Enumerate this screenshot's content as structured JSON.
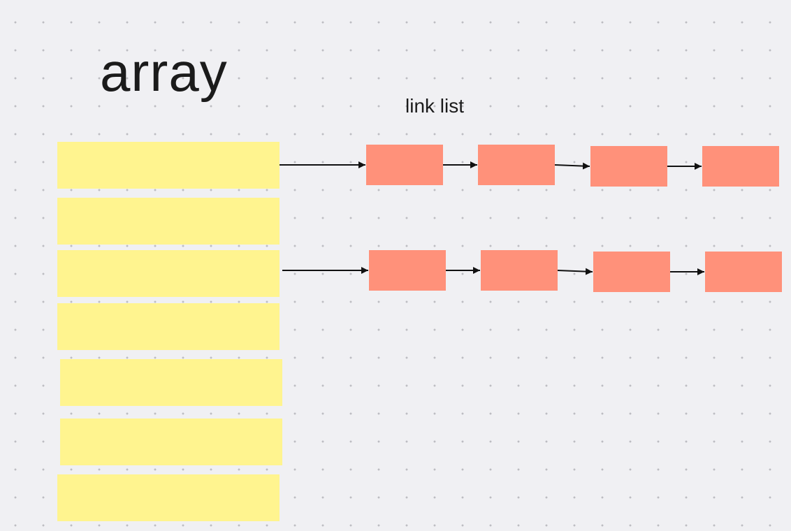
{
  "diagram": {
    "array_label": "array",
    "list_label": "link list",
    "colors": {
      "background": "#f0f0f3",
      "grid_dot": "#bdbdc2",
      "array_cell": "#fff48f",
      "list_node": "#ff917a",
      "arrow": "#111111",
      "text": "#1b1b1b"
    },
    "array_cell_count": 7,
    "linked_lists": [
      {
        "from_array_index": 0,
        "node_count": 4
      },
      {
        "from_array_index": 2,
        "node_count": 4
      }
    ]
  }
}
